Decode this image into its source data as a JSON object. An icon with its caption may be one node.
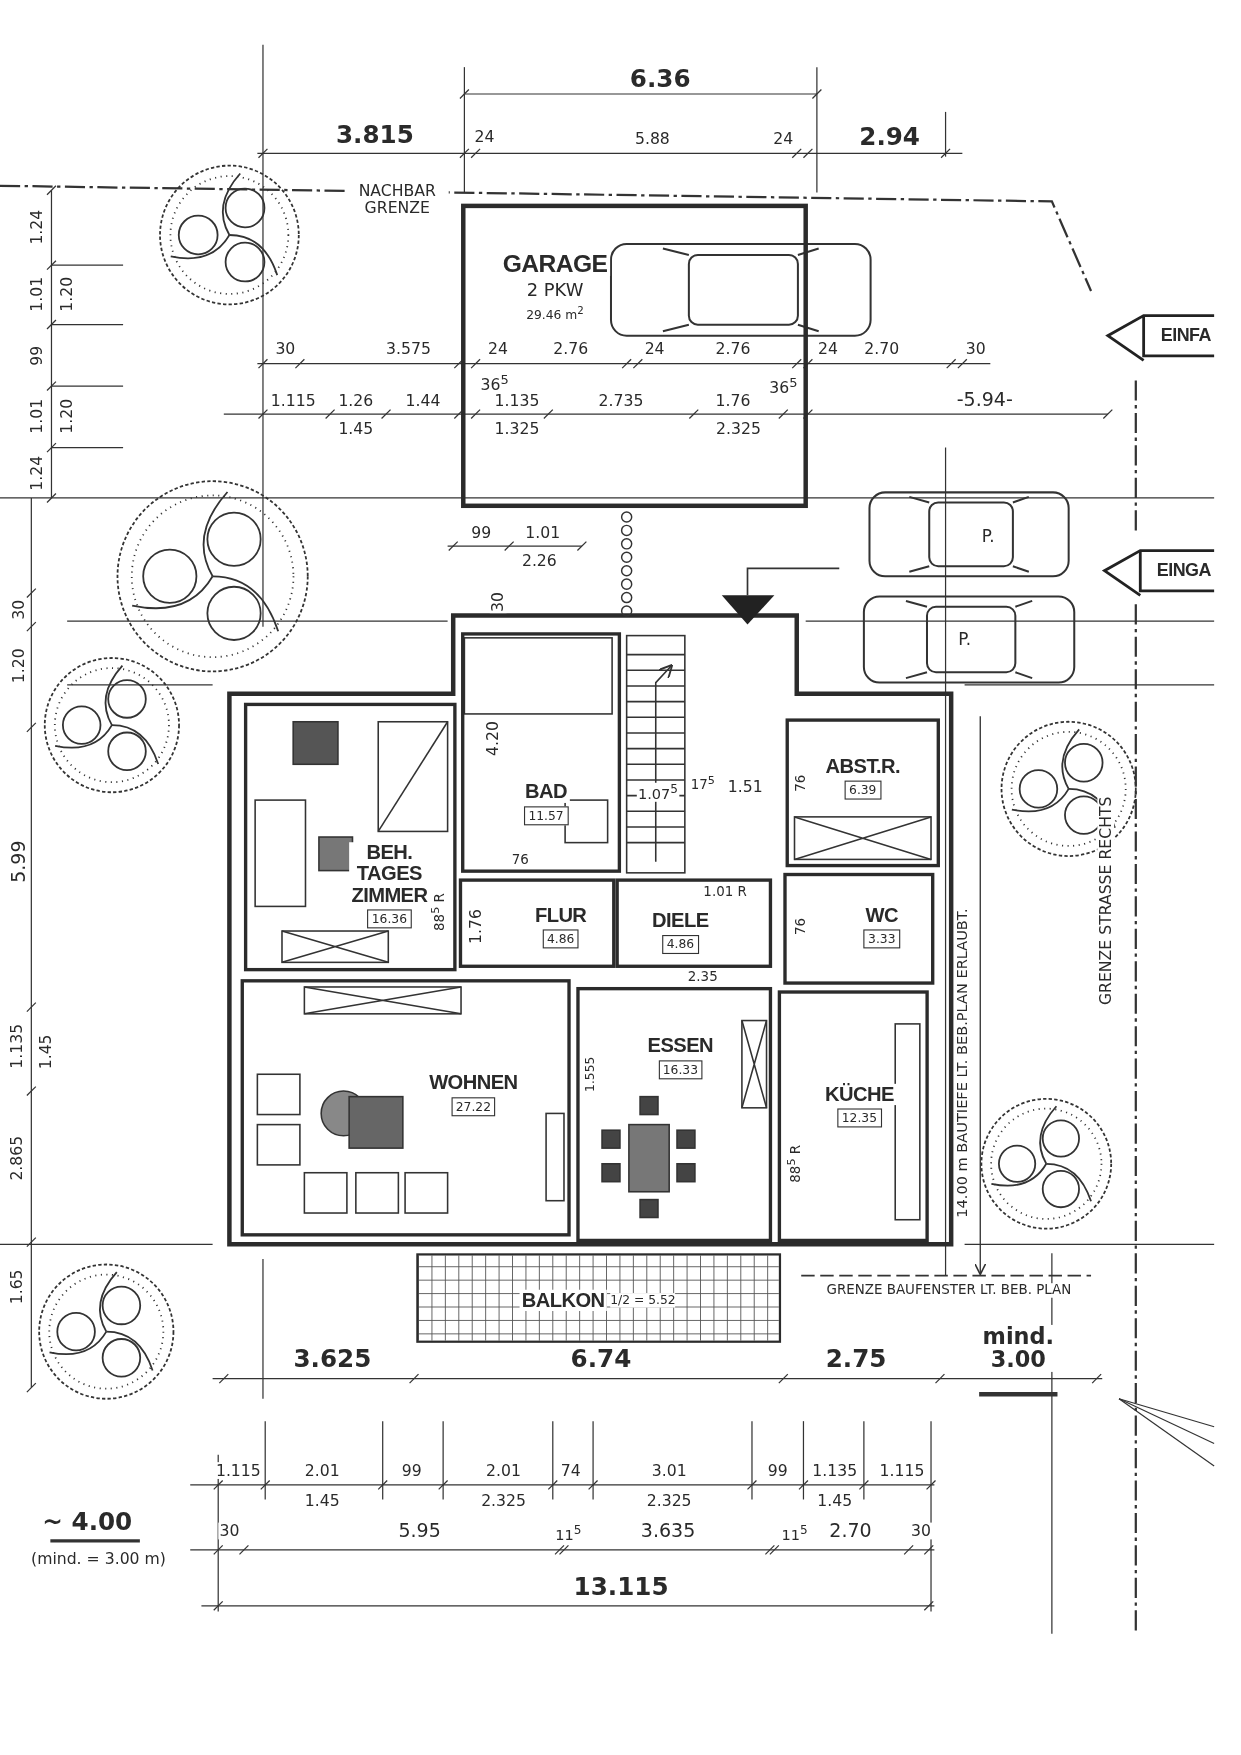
{
  "diagram": {
    "nodes": [
      {
        "text": [
          "GARAGE",
          "2 PKW",
          "29.46 m$^{2}$"
        ]
      },
      {
        "text": [
          "BEH. TAGES ZIMMER",
          "16.36"
        ]
      },
      {
        "text": [
          "BAD",
          "11.57"
        ]
      },
      {
        "text": [
          "ABST.R.",
          "6.39"
        ]
      },
      {
        "text": [
          "FLUR",
          "4.86"
        ]
      },
      {
        "text": [
          "DIELE",
          "4.86"
        ]
      },
      {
        "text": [
          "WC",
          "3.33"
        ]
      },
      {
        "text": [
          "WOHNEN",
          "27.22"
        ]
      },
      {
        "text": [
          "ESSEN",
          "16.33"
        ]
      },
      {
        "text": [
          "KÜCHE",
          "12.35"
        ]
      },
      {
        "text": [
          "BALKON",
          "1/2 = 5.52"
        ]
      },
      {
        "text": [
          "EINFA"
        ]
      },
      {
        "text": [
          "EINGA"
        ]
      }
    ],
    "labels": [
      "6.36",
      "3.815",
      "24",
      "5.88",
      "24",
      "2.94",
      "NACHBAR GRENZE",
      "1.24",
      "1.01",
      "1.20",
      "99",
      "1.01",
      "1.20",
      "1.24",
      "30",
      "3.575",
      "24",
      "2.76",
      "24",
      "2.76",
      "24",
      "2.70",
      "30",
      "36$^{5}$",
      "36$^{5}$",
      "1.115",
      "1.26",
      "1.44",
      "1.135",
      "2.735",
      "1.76",
      "-5.94-",
      "1.45",
      "1.325",
      "2.325",
      "99",
      "1.01",
      "2.26",
      "P.",
      "30",
      "30",
      "P.",
      "1.20",
      "4.20",
      "76",
      "1.07$^{5}$",
      "17$^{5}$",
      "1.51",
      "5.99",
      "76",
      "1.01 R",
      "88$^{5}$ R",
      "1.76",
      "76",
      "GRENZE STRASSE RECHTS",
      "14.00 m BAUTIEFE LT. BEB.PLAN ERLAUBT.",
      "2.35",
      "1.135",
      "1.45",
      "1.555",
      "2.865",
      "88$^{5}$ R",
      "1.65",
      "GRENZE BAUFENSTER LT. BEB. PLAN",
      "mind. 3.00",
      "3.625",
      "6.74",
      "2.75",
      "1.115",
      "2.01",
      "99",
      "2.01",
      "74",
      "3.01",
      "99",
      "1.135",
      "1.115",
      "1.45",
      "2.325",
      "2.325",
      "1.45",
      "~ 4.00",
      "30",
      "5.95",
      "11$^{5}$",
      "3.635",
      "11$^{5}$",
      "2.70",
      "30",
      "(mind. = 3.00 m)",
      "13.115"
    ]
  }
}
